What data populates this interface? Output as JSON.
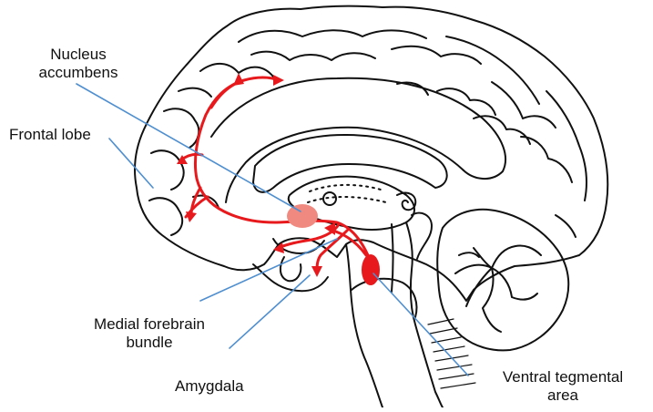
{
  "labels": {
    "nucleus_accumbens": [
      "Nucleus",
      "accumbens"
    ],
    "frontal_lobe": "Frontal lobe",
    "medial_forebrain_bundle": [
      "Medial forebrain",
      "bundle"
    ],
    "amygdala": "Amygdala",
    "ventral_tegmental_area": [
      "Ventral tegmental",
      "area"
    ]
  },
  "colors": {
    "pathway": "#e8191c",
    "nucleus_fill": "#f08a80",
    "leader_line": "#4f8fd0",
    "outline": "#111111"
  }
}
